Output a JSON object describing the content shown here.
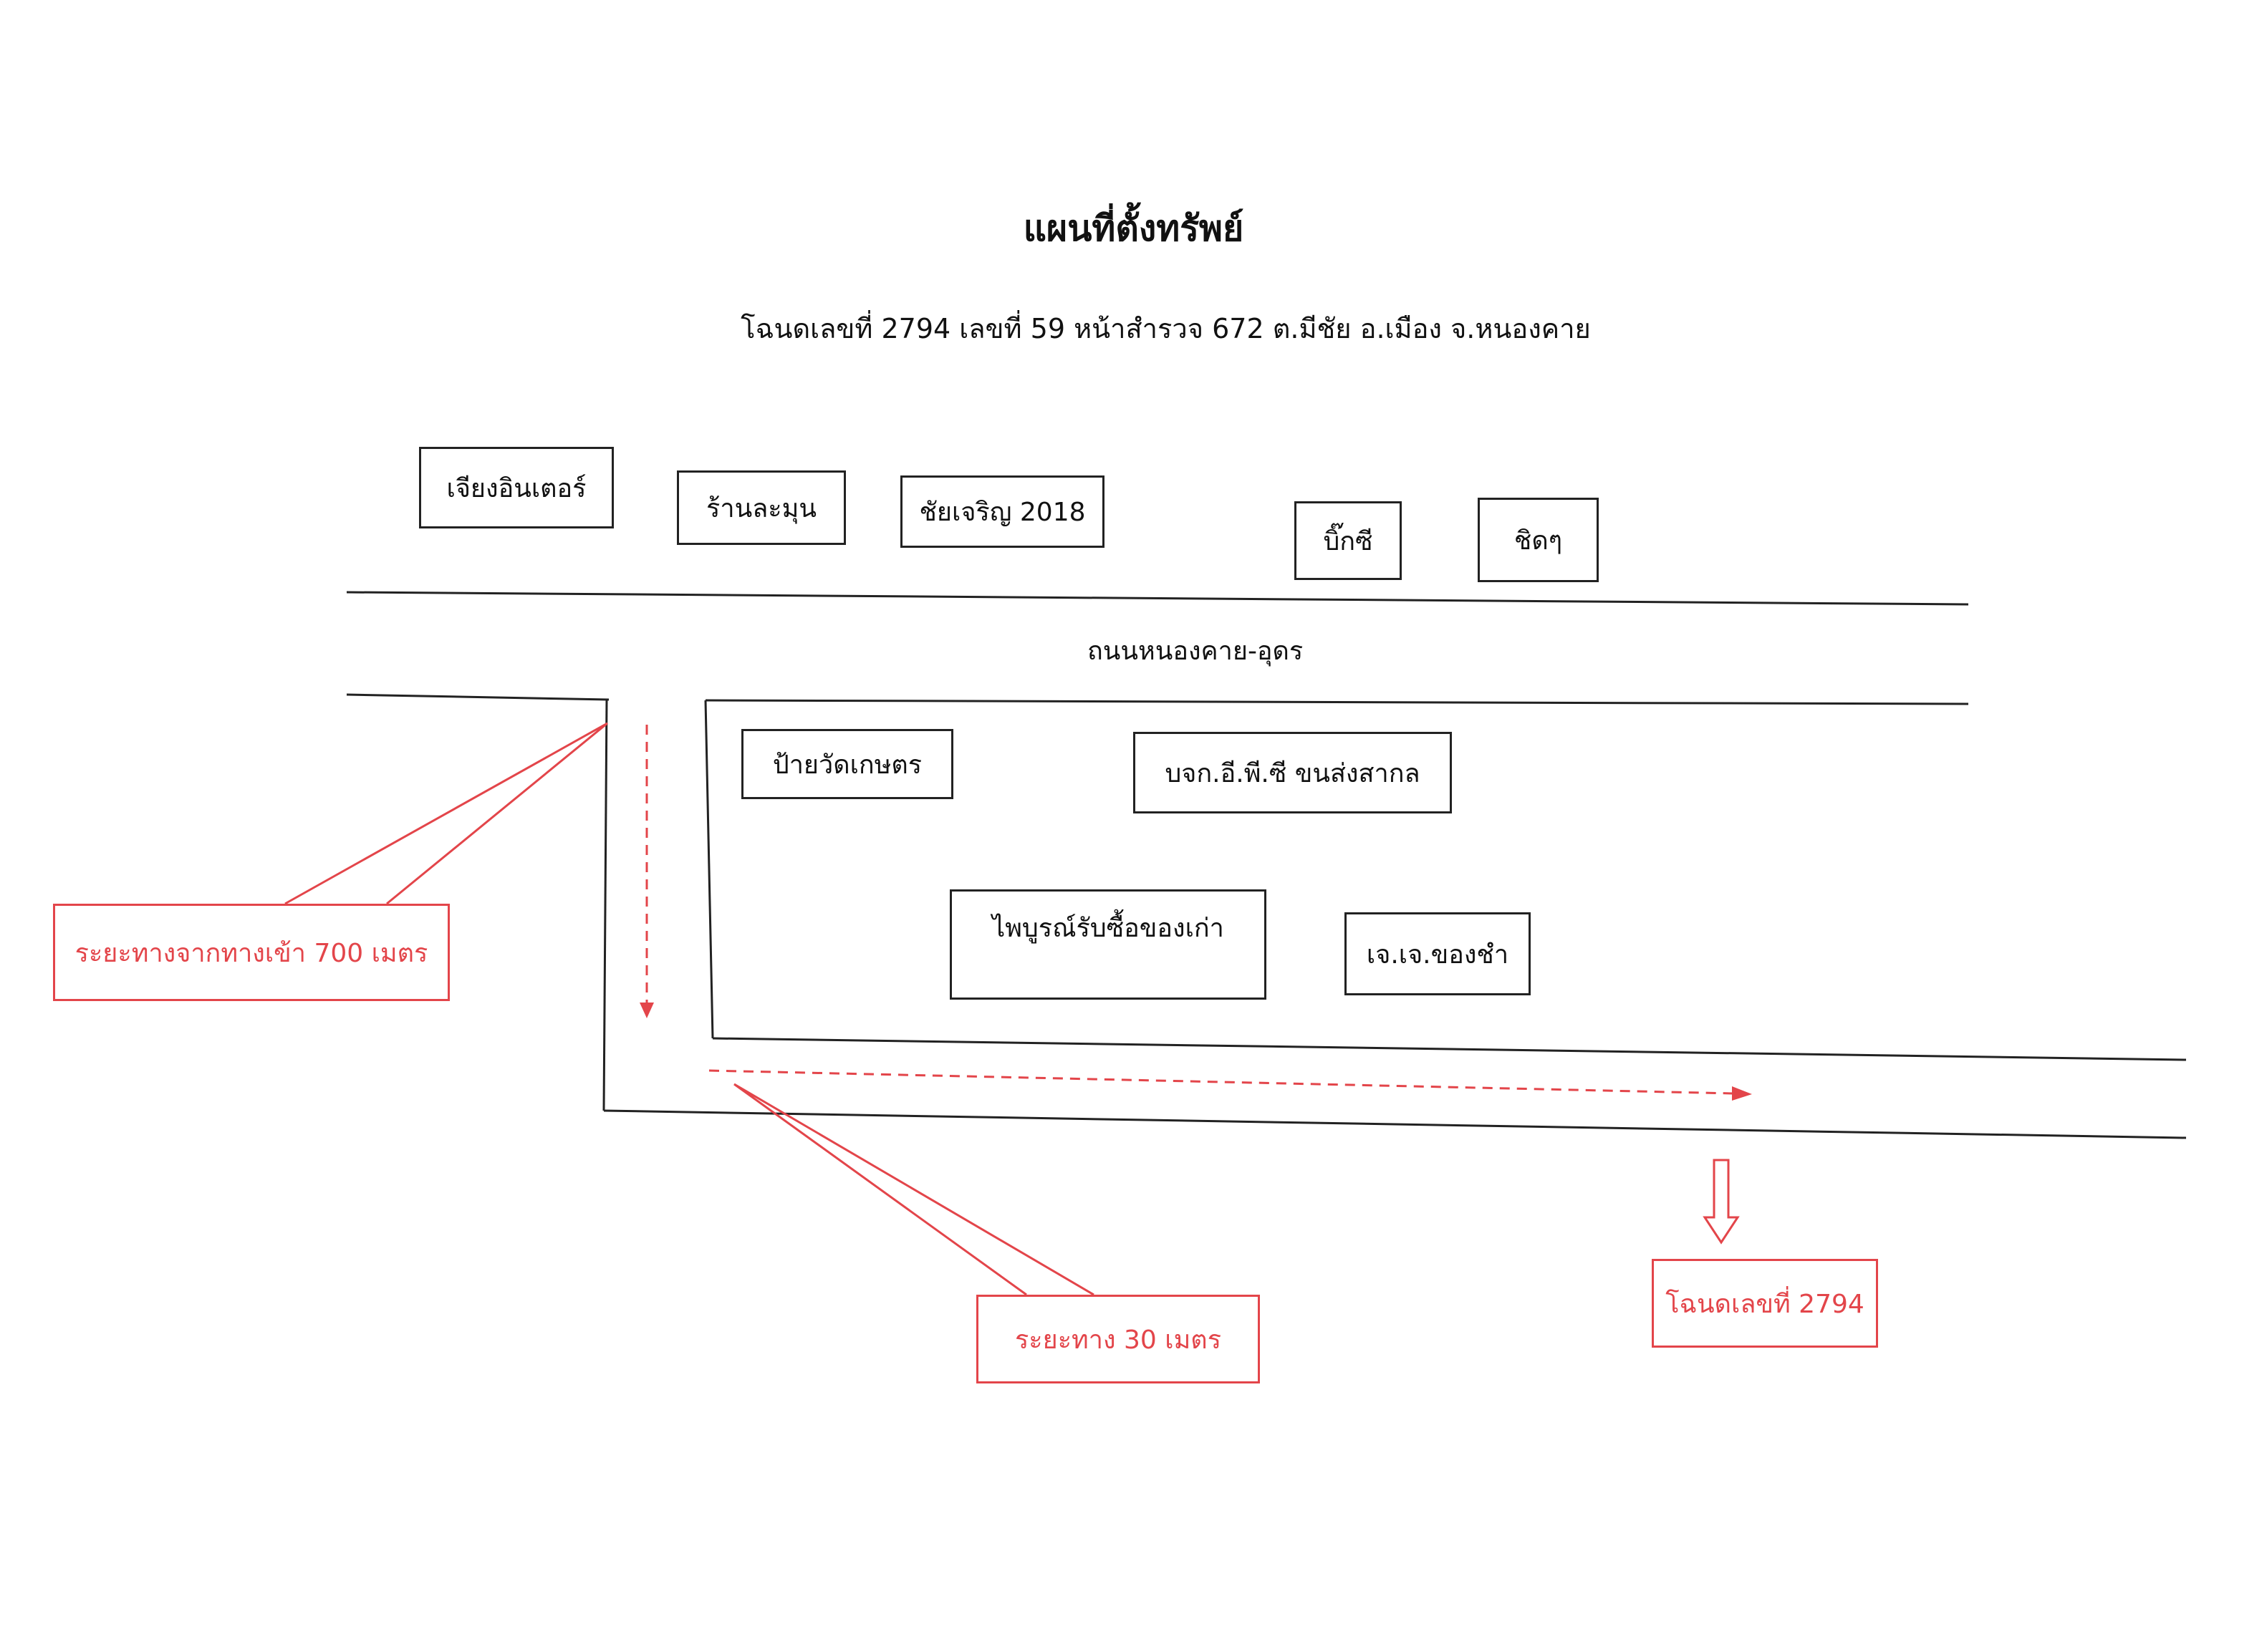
{
  "title": "แผนที่ตั้งทรัพย์",
  "subtitle": "โฉนดเลขที่ 2794 เลขที่ 59 หน้าสำรวจ 672 ต.มีชัย อ.เมือง จ.หนองคาย",
  "road_name": "ถนนหนองคาย-อุดร",
  "landmarks_north": [
    "เจียงอินเตอร์",
    "ร้านละมุน",
    "ชัยเจริญ 2018",
    "บิ๊กซี",
    "ชิดๆ"
  ],
  "landmarks_south": [
    "ป้ายวัดเกษตร",
    "บจก.อี.พี.ซี ขนส่งสากล",
    "ไพบูรณ์รับซื้อของเก่า",
    "เจ.เจ.ของชำ"
  ],
  "callouts": {
    "entrance_distance": "ระยะทางจากทางเข้า 700 เมตร",
    "side_distance": "ระยะทาง 30 เมตร",
    "deed_marker": "โฉนดเลขที่ 2794"
  },
  "colors": {
    "ink": "#222222",
    "annotation": "#e3454a"
  }
}
